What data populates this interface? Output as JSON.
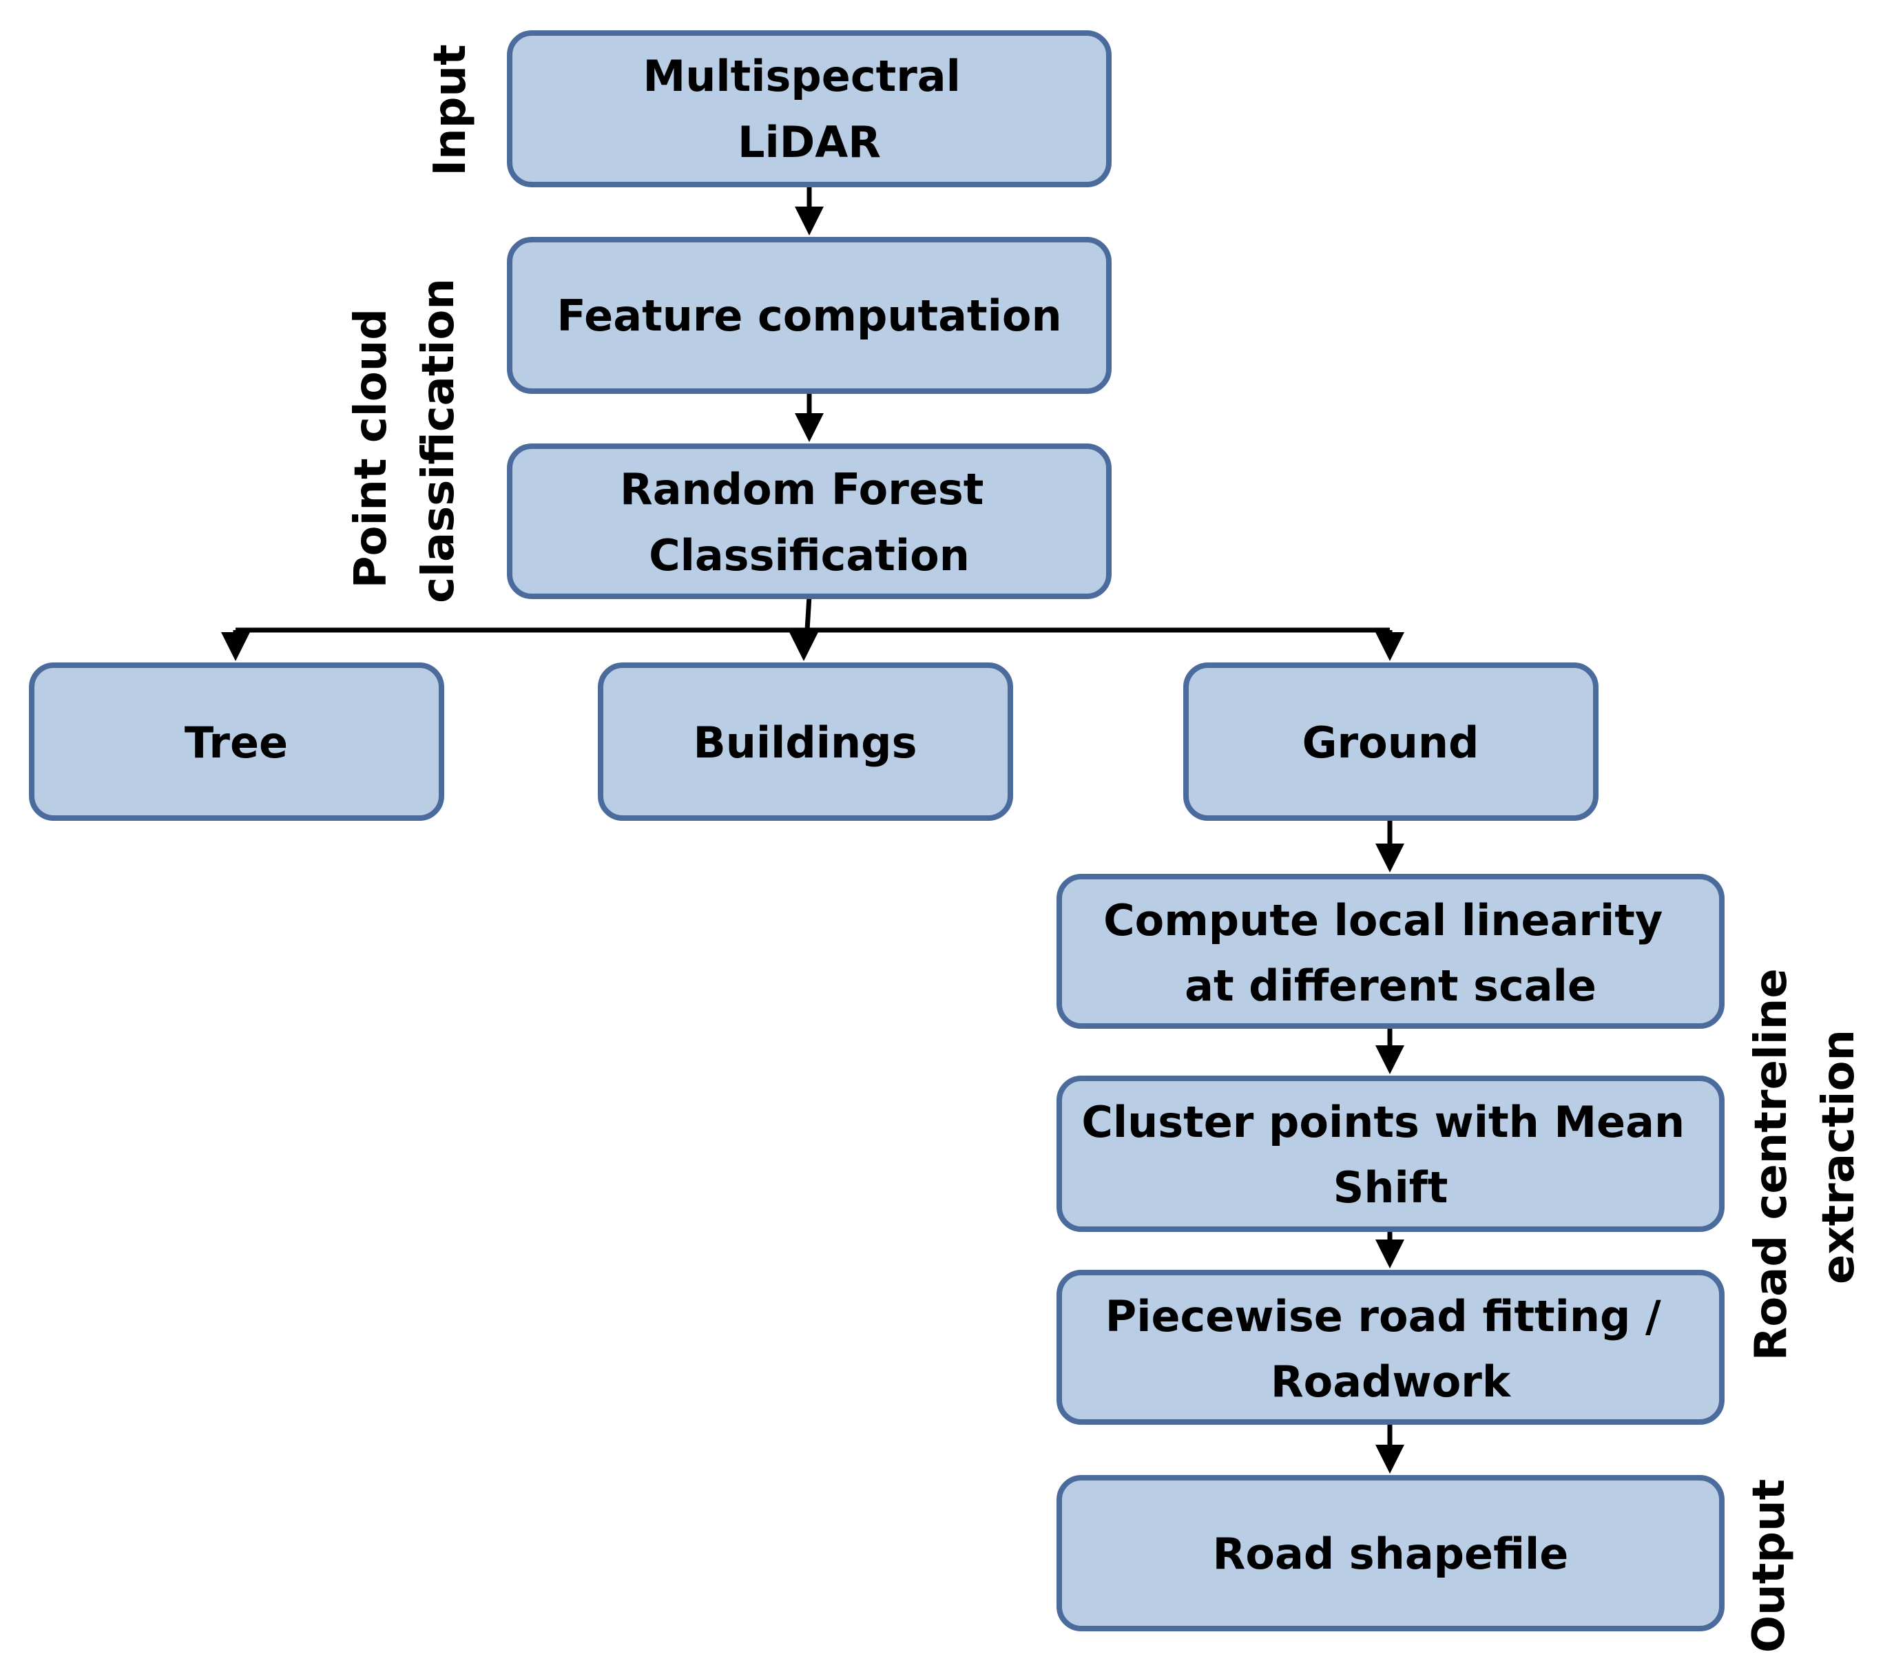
{
  "nodes": {
    "input": {
      "lines": [
        "Multispectral",
        "LiDAR"
      ]
    },
    "feature": {
      "lines": [
        "Feature computation"
      ]
    },
    "rf": {
      "lines": [
        "Random Forest",
        "Classification"
      ]
    },
    "tree": {
      "lines": [
        "Tree"
      ]
    },
    "buildings": {
      "lines": [
        "Buildings"
      ]
    },
    "ground": {
      "lines": [
        "Ground"
      ]
    },
    "linearity": {
      "lines": [
        "Compute local linearity",
        "at different scale"
      ]
    },
    "cluster": {
      "lines": [
        "Cluster points with Mean",
        "Shift"
      ]
    },
    "fitting": {
      "lines": [
        "Piecewise road fitting /",
        "Roadwork"
      ]
    },
    "shapefile": {
      "lines": [
        "Road shapefile"
      ]
    }
  },
  "side_labels": {
    "input": {
      "lines": [
        "Input"
      ]
    },
    "classification": {
      "lines": [
        "Point cloud",
        "classification"
      ]
    },
    "extraction": {
      "lines": [
        "Road centreline",
        "extraction"
      ]
    },
    "output": {
      "lines": [
        "Output"
      ]
    }
  },
  "colors": {
    "node_fill": "#b9cde5",
    "node_stroke": "#4a6b9b",
    "edge": "#000000"
  }
}
